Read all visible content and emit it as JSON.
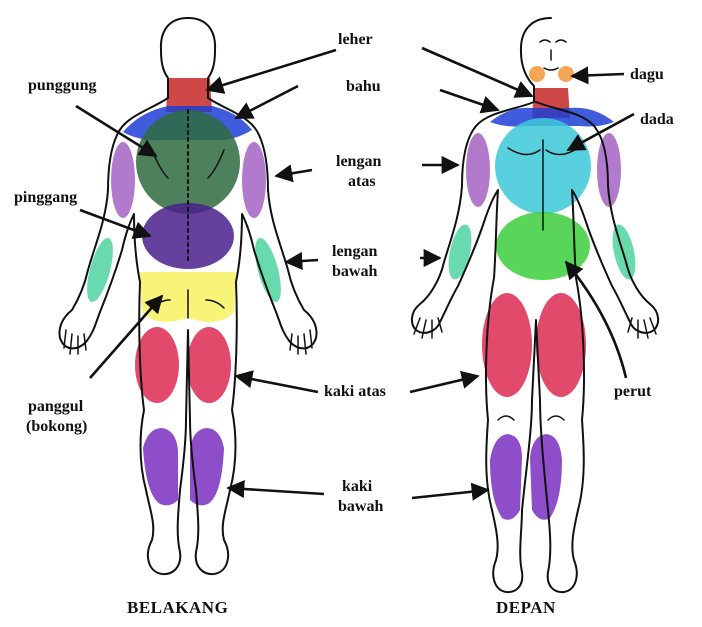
{
  "labels": {
    "leher": "leher",
    "bahu": "bahu",
    "lengan_atas_1": "lengan",
    "lengan_atas_2": "atas",
    "lengan_bawah_1": "lengan",
    "lengan_bawah_2": "bawah",
    "kaki_atas": "kaki atas",
    "kaki_bawah_1": "kaki",
    "kaki_bawah_2": "bawah",
    "punggung": "punggung",
    "pinggang": "pinggang",
    "panggul_1": "panggul",
    "panggul_2": "(bokong)",
    "dagu": "dagu",
    "dada": "dada",
    "perut": "perut"
  },
  "captions": {
    "back": "BELAKANG",
    "front": "DEPAN"
  },
  "colors": {
    "neck": "#c62828",
    "shoulder": "#1e3fd6",
    "back": "#2e6b3f",
    "waist": "#4b1e8c",
    "hip": "#f7f260",
    "upper_arm": "#a463c4",
    "forearm": "#4fd3a0",
    "thigh": "#dd2a52",
    "calf": "#7b2fc0",
    "chest": "#3cc8d8",
    "belly": "#3ccf3c",
    "chin": "#f2953a",
    "outline": "#111111"
  }
}
